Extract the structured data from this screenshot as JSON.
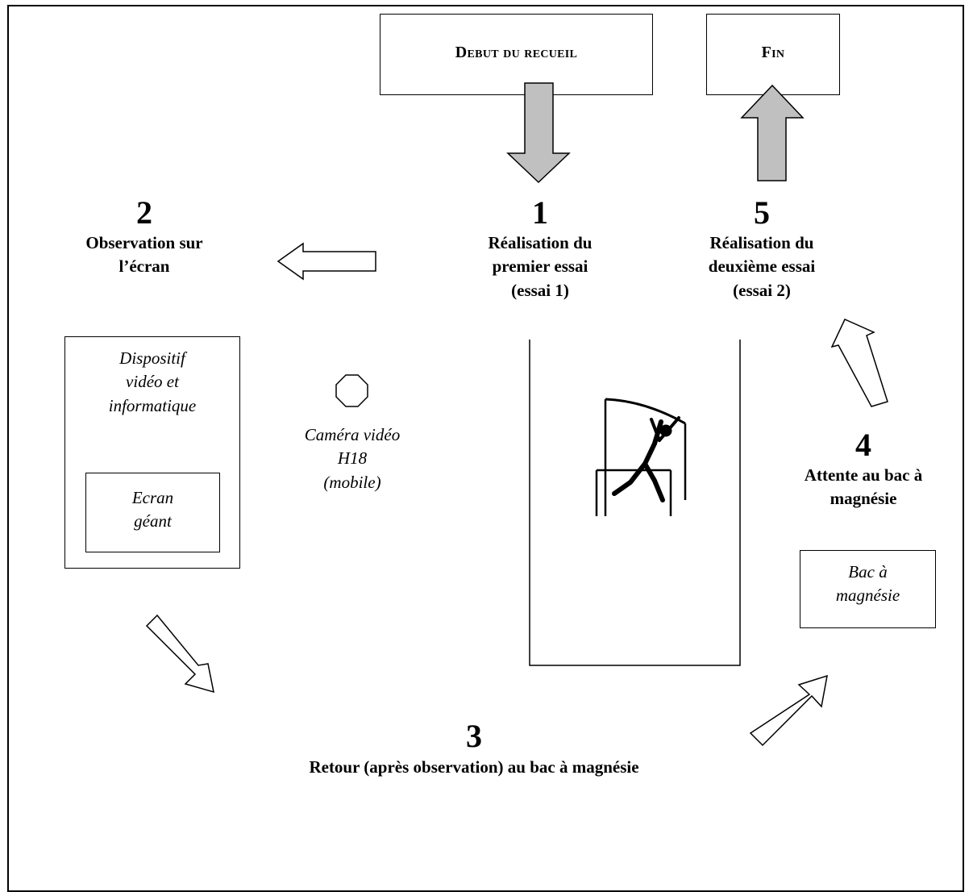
{
  "header": {
    "start_label": "Debut du recueil",
    "end_label": "Fin"
  },
  "steps": [
    {
      "number": "1",
      "line1": "Réalisation du",
      "line2": "premier essai",
      "line3": "(essai 1)"
    },
    {
      "number": "2",
      "line1": "Observation sur",
      "line2": "l’écran"
    },
    {
      "number": "3",
      "line1": "Retour (après observation) au bac à magnésie"
    },
    {
      "number": "4",
      "line1": "Attente au bac à",
      "line2": "magnésie"
    },
    {
      "number": "5",
      "line1": "Réalisation du",
      "line2": "deuxième essai",
      "line3": "(essai 2)"
    }
  ],
  "video_system": {
    "line1": "Dispositif",
    "line2": "vidéo et",
    "line3": "informatique",
    "screen_line1": "Ecran",
    "screen_line2": "géant"
  },
  "camera": {
    "line1": "Caméra vidéo",
    "line2": "H18",
    "line3": "(mobile)"
  },
  "chalk_bin": {
    "line1": "Bac à",
    "line2": "magnésie"
  },
  "colors": {
    "arrow_fill_grey": "#c0c0c0",
    "line": "#000000"
  }
}
